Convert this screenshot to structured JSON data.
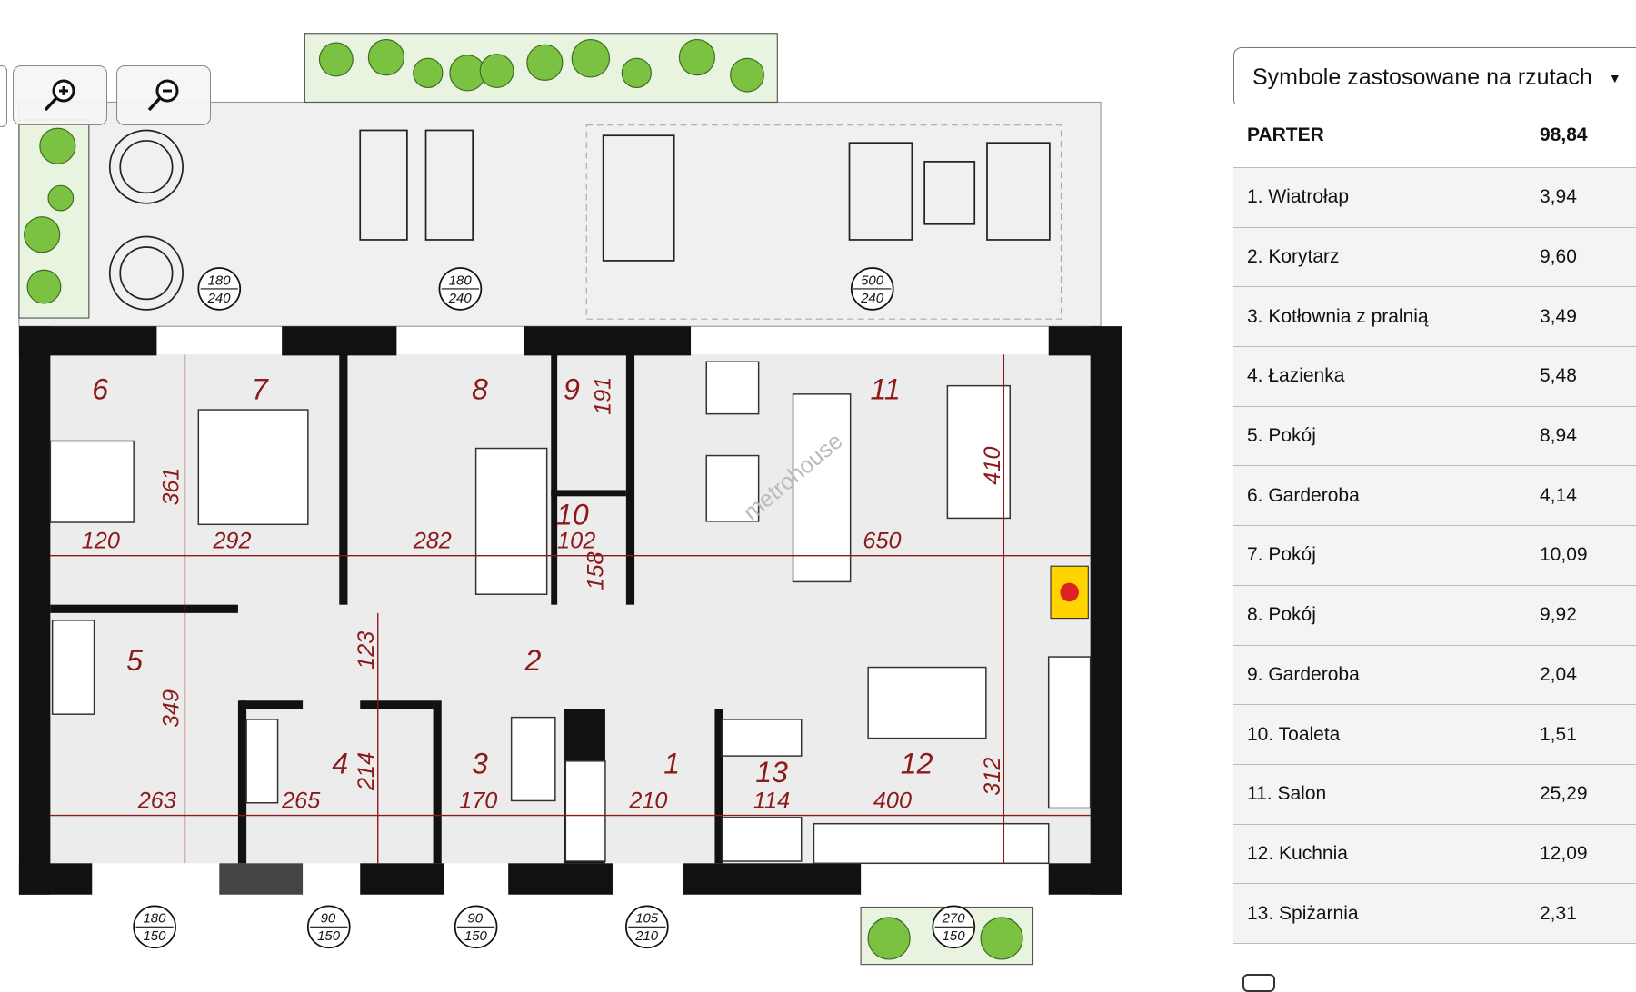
{
  "zoom_controls": {
    "zoom_in_icon": "magnifier-plus-icon",
    "zoom_out_icon": "magnifier-minus-icon"
  },
  "plan": {
    "rooms": [
      "1",
      "2",
      "3",
      "4",
      "5",
      "6",
      "7",
      "8",
      "9",
      "10",
      "11",
      "12",
      "13"
    ],
    "dims": [
      "120",
      "292",
      "282",
      "650",
      "361",
      "191",
      "102",
      "158",
      "410",
      "123",
      "349",
      "214",
      "263",
      "265",
      "170",
      "210",
      "114",
      "400",
      "312"
    ],
    "openings": [
      {
        "w": "180",
        "h": "240"
      },
      {
        "w": "180",
        "h": "240"
      },
      {
        "w": "500",
        "h": "240"
      },
      {
        "w": "180",
        "h": "150"
      },
      {
        "w": "90",
        "h": "150"
      },
      {
        "w": "90",
        "h": "150"
      },
      {
        "w": "105",
        "h": "210"
      },
      {
        "w": "270",
        "h": "150"
      }
    ],
    "watermark": "metrohouse",
    "accent": "#8b1a1a"
  },
  "panel": {
    "dropdown_label": "Symbole zastosowane na rzutach",
    "header": {
      "name": "PARTER",
      "area": "98,84"
    },
    "rooms": [
      {
        "name": "1. Wiatrołap",
        "area": "3,94"
      },
      {
        "name": "2. Korytarz",
        "area": "9,60"
      },
      {
        "name": "3. Kotłownia z pralnią",
        "area": "3,49"
      },
      {
        "name": "4. Łazienka",
        "area": "5,48"
      },
      {
        "name": "5. Pokój",
        "area": "8,94"
      },
      {
        "name": "6. Garderoba",
        "area": "4,14"
      },
      {
        "name": "7. Pokój",
        "area": "10,09"
      },
      {
        "name": "8. Pokój",
        "area": "9,92"
      },
      {
        "name": "9. Garderoba",
        "area": "2,04"
      },
      {
        "name": "10. Toaleta",
        "area": "1,51"
      },
      {
        "name": "11. Salon",
        "area": "25,29"
      },
      {
        "name": "12. Kuchnia",
        "area": "12,09"
      },
      {
        "name": "13. Spiżarnia",
        "area": "2,31"
      }
    ]
  }
}
